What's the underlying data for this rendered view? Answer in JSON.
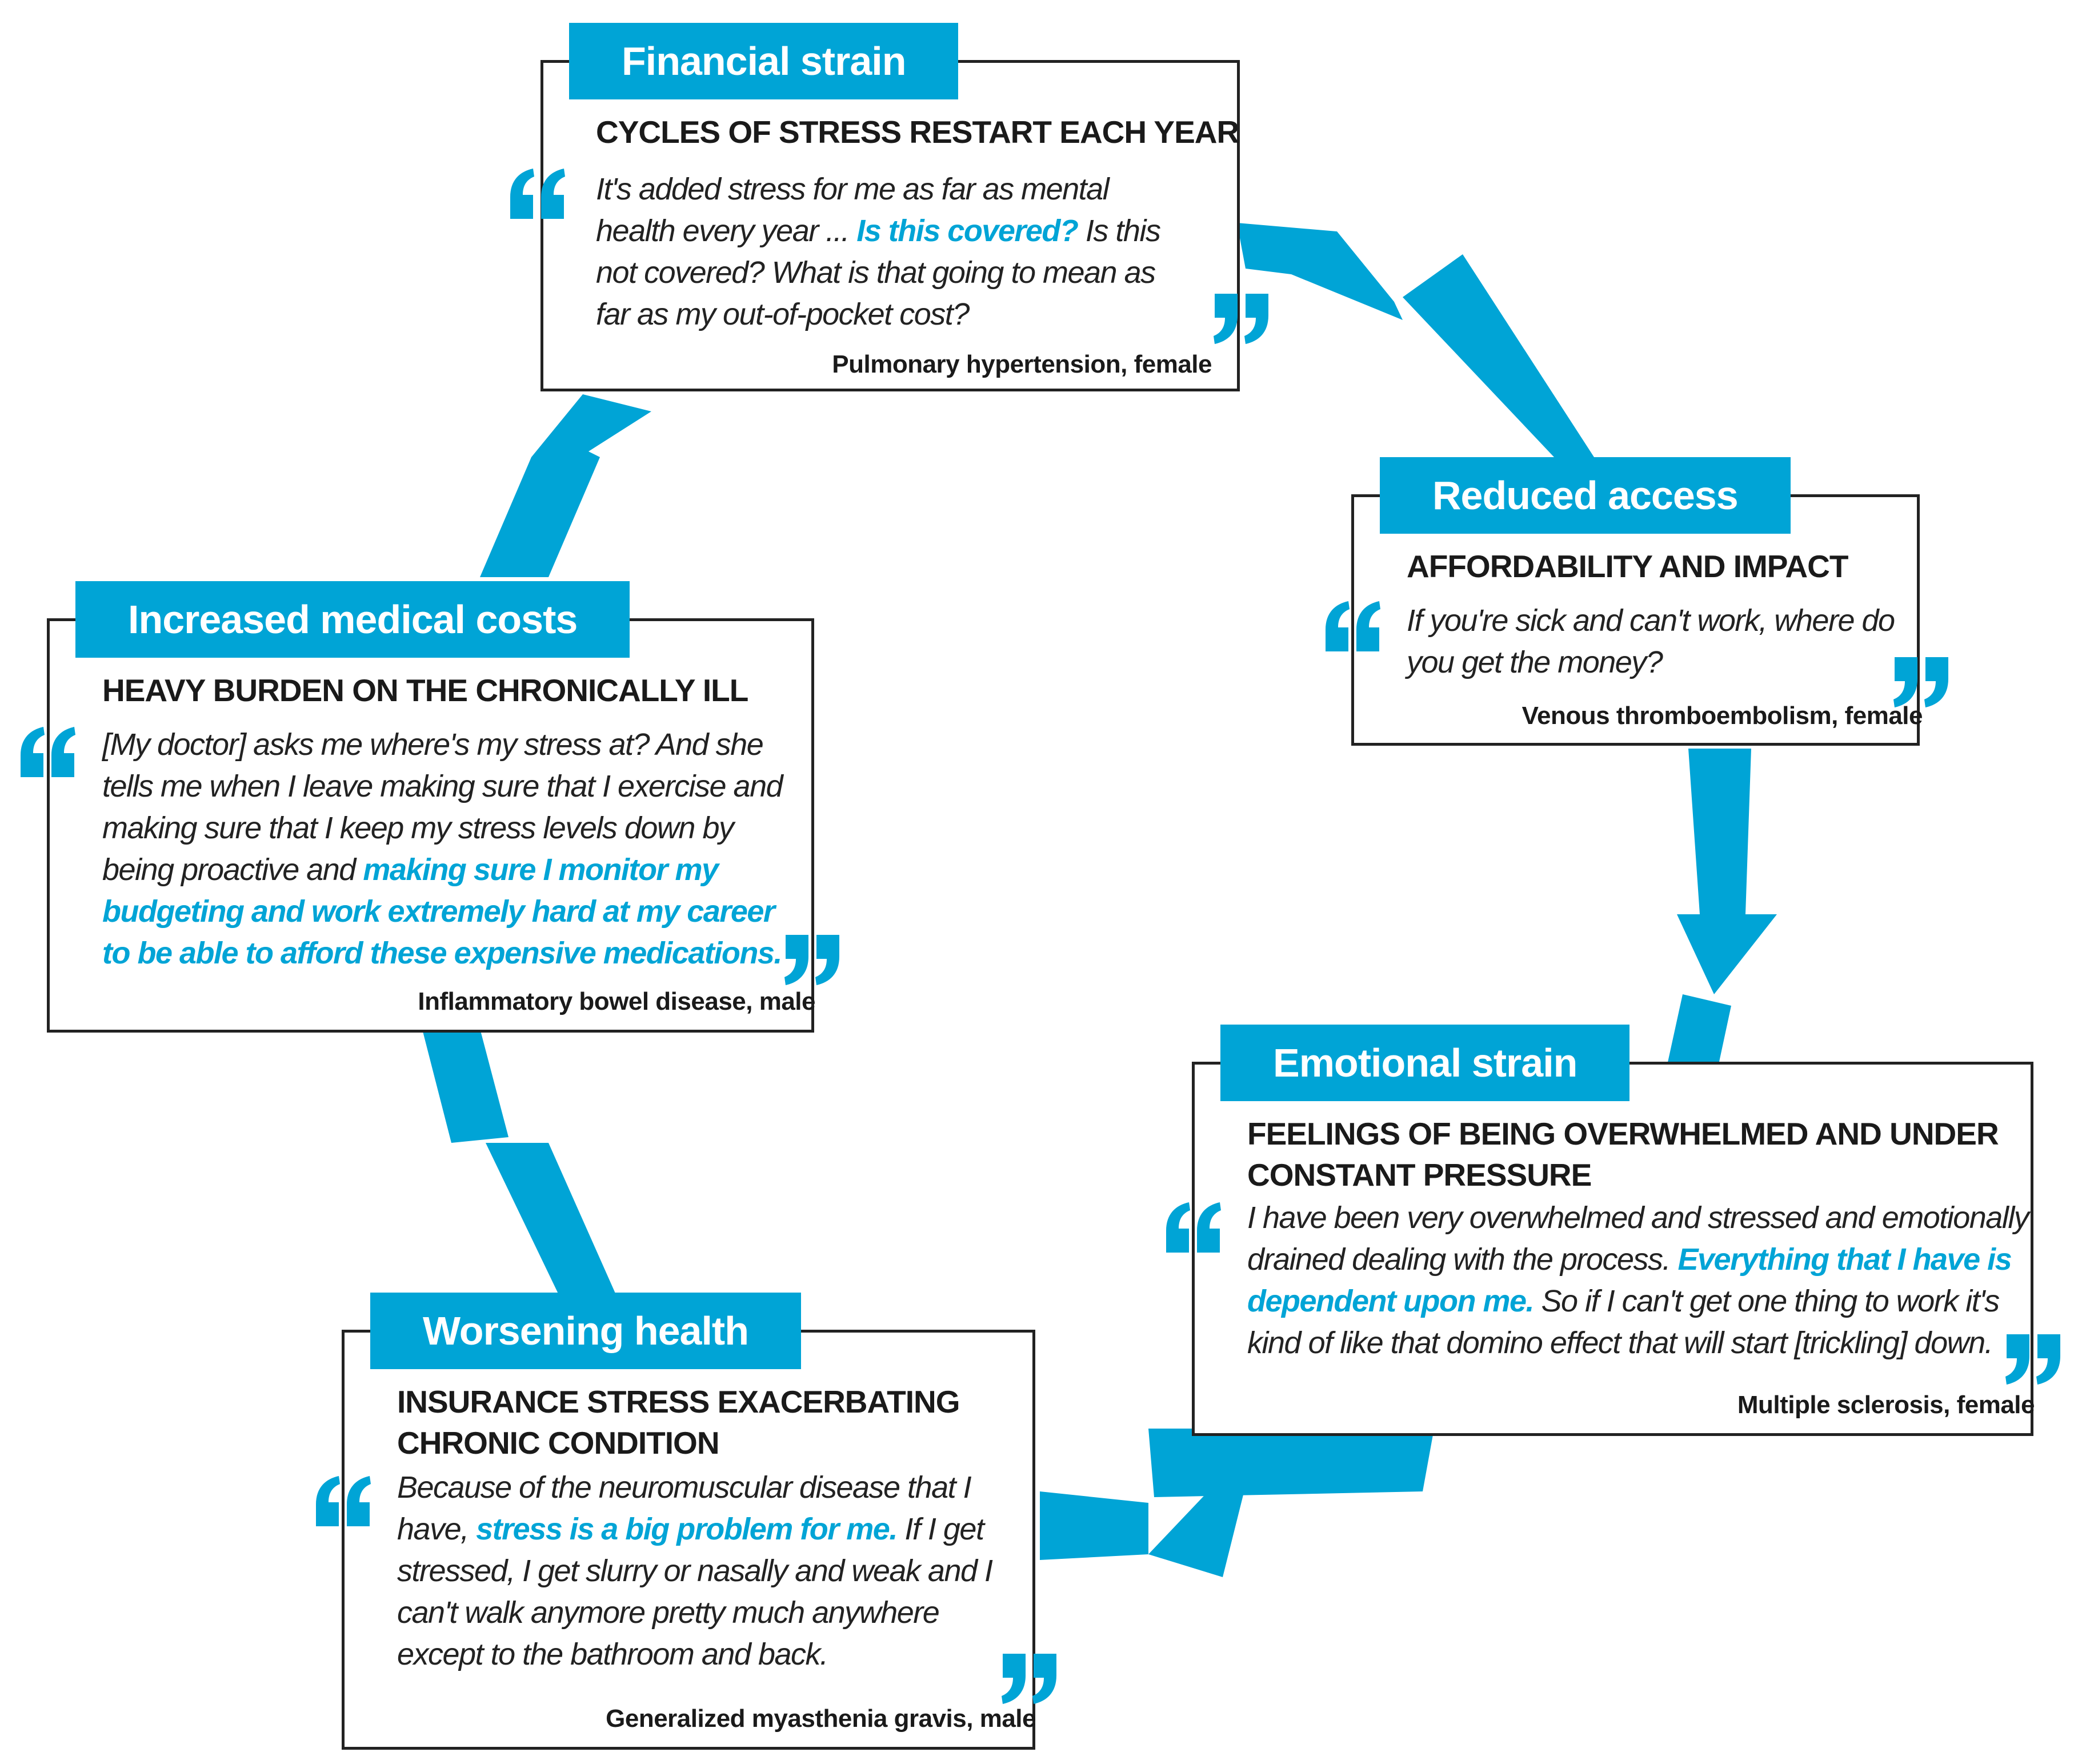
{
  "colors": {
    "accent": "#00a4d6",
    "border": "#222222",
    "text": "#1a1a1a"
  },
  "icons": {
    "open_quote": "open-quote-icon",
    "close_quote": "close-quote-icon",
    "cycle_arrow": "cycle-arrow-icon"
  },
  "cards": [
    {
      "id": "financial",
      "tag": "Financial strain",
      "heading": "Cycles of stress restart each year",
      "quote": [
        {
          "t": "It's added stress for me as far as mental health every year ... "
        },
        {
          "t": "Is this covered?",
          "hl": true
        },
        {
          "t": " Is this not covered? What is that going to mean as far as my out-of-pocket cost?"
        }
      ],
      "source": "Pulmonary hypertension, female"
    },
    {
      "id": "reduced",
      "tag": "Reduced access",
      "heading": "Affordability and impact",
      "quote": [
        {
          "t": "If you're sick and can't work, where do you get the money?"
        }
      ],
      "source": "Venous thromboembolism, female"
    },
    {
      "id": "emotional",
      "tag": "Emotional strain",
      "heading": "Feelings of being overwhelmed and under constant pressure",
      "quote": [
        {
          "t": "I have been very overwhelmed and stressed and emotionally drained dealing with the process. "
        },
        {
          "t": "Everything that I have is dependent upon me.",
          "hl": true
        },
        {
          "t": " So if I can't get one thing to work it's kind of like that domino effect that will start [trickling] down."
        }
      ],
      "source": "Multiple sclerosis, female"
    },
    {
      "id": "worsening",
      "tag": "Worsening health",
      "heading": "Insurance stress exacerbating chronic condition",
      "quote": [
        {
          "t": "Because of the neuromuscular disease that I have, "
        },
        {
          "t": "stress is a big problem for me.",
          "hl": true
        },
        {
          "t": " If I get stressed, I get slurry or nasally and weak and I can't walk anymore pretty much anywhere except to the bathroom and back."
        }
      ],
      "source": "Generalized myasthenia gravis, male"
    },
    {
      "id": "medical",
      "tag": "Increased medical costs",
      "heading": "Heavy burden on the chronically ill",
      "quote": [
        {
          "t": "[My doctor] asks me where's my stress at? And she tells me when I leave making sure that I exercise and making sure that I keep my stress levels down by being proactive and "
        },
        {
          "t": "making sure I monitor my budgeting and work extremely hard at my career to be able to afford these expensive medications.",
          "hl": true
        }
      ],
      "source": "Inflammatory bowel disease, male"
    }
  ]
}
